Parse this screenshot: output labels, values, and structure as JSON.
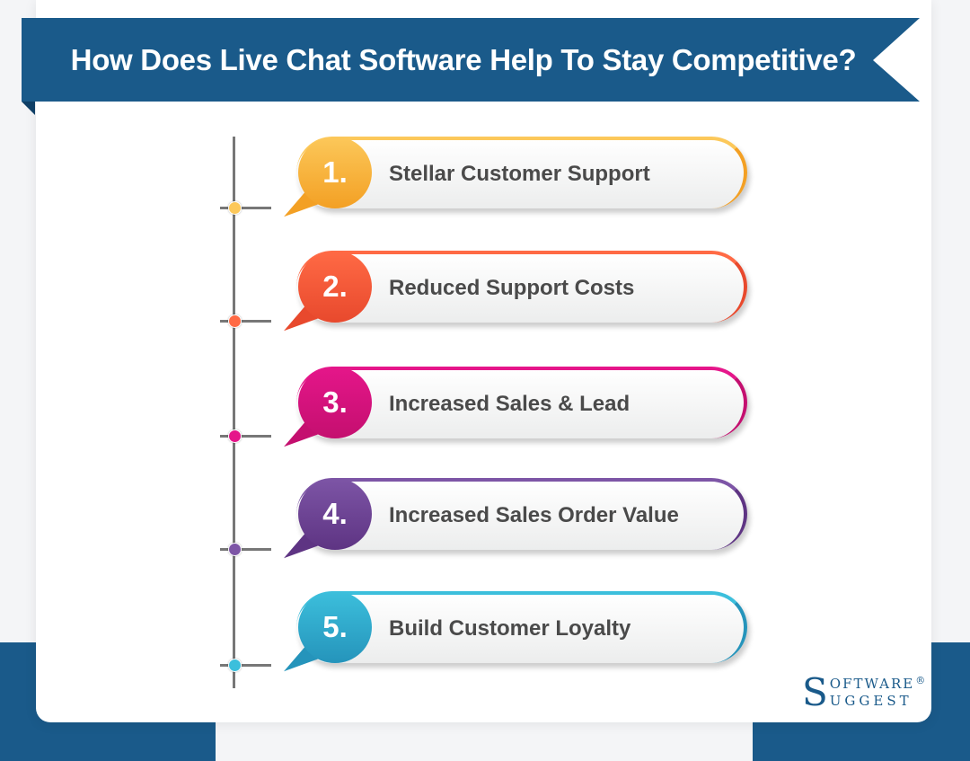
{
  "title": "How Does Live Chat Software Help To Stay Competitive?",
  "items": [
    {
      "number": "1.",
      "label": "Stellar Customer Support",
      "color": "#f3a024",
      "light": "#fcc85a"
    },
    {
      "number": "2.",
      "label": "Reduced Support Costs",
      "color": "#e8492d",
      "light": "#ff6a45"
    },
    {
      "number": "3.",
      "label": "Increased Sales & Lead",
      "color": "#c40f6f",
      "light": "#e5168a"
    },
    {
      "number": "4.",
      "label": "Increased Sales Order Value",
      "color": "#5e3483",
      "light": "#7d55a6"
    },
    {
      "number": "5.",
      "label": "Build Customer Loyalty",
      "color": "#2594bb",
      "light": "#3cbfdc"
    }
  ],
  "logo": {
    "initial": "S",
    "line1": "OFTWARE",
    "line2": "UGGEST",
    "mark": "®"
  },
  "colors": {
    "brand": "#1a5a8a"
  }
}
